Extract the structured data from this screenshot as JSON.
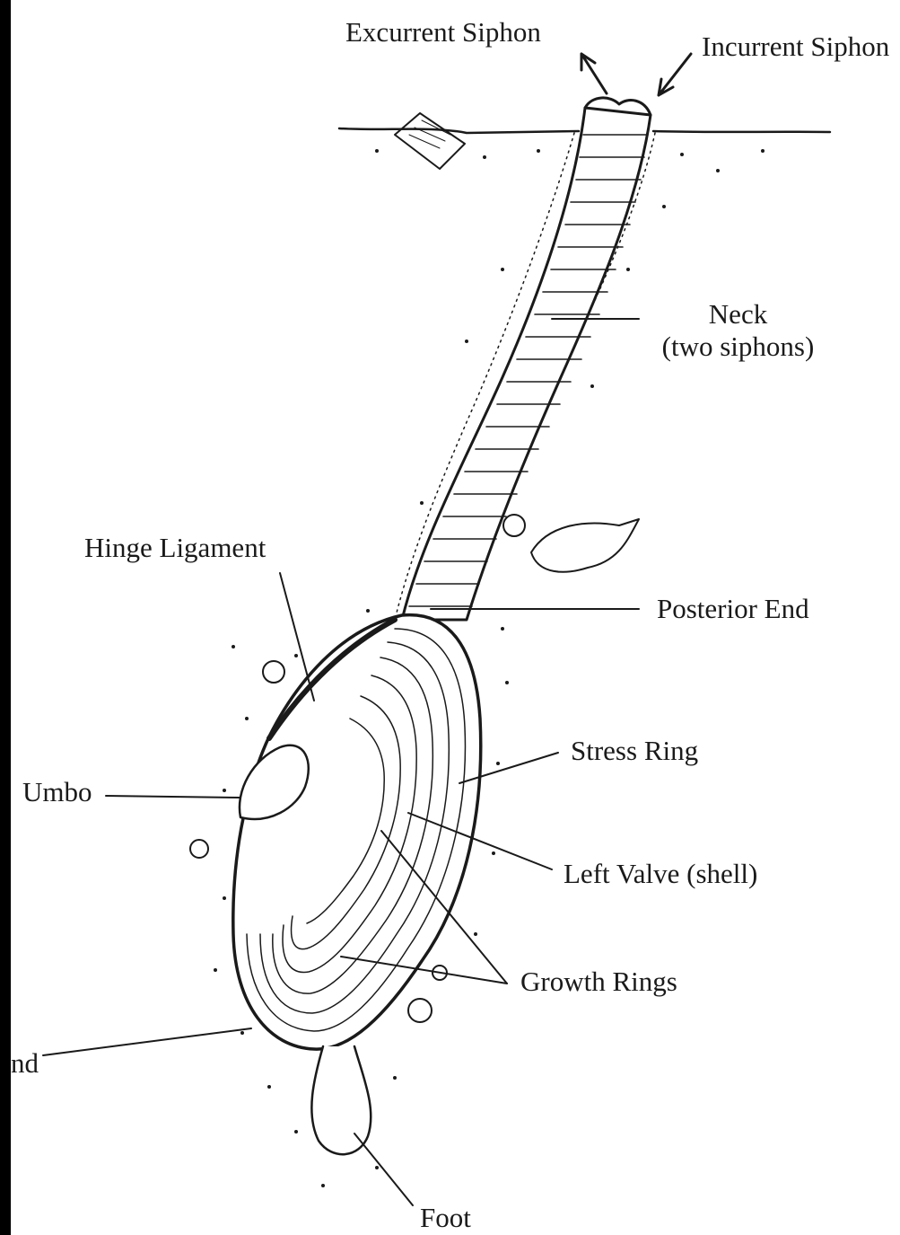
{
  "labels": {
    "excurrent_siphon": "Excurrent Siphon",
    "incurrent_siphon": "Incurrent Siphon",
    "neck": "Neck",
    "neck_sub": "(two siphons)",
    "hinge_ligament": "Hinge Ligament",
    "posterior_end": "Posterior End",
    "umbo": "Umbo",
    "stress_ring": "Stress Ring",
    "left_valve": "Left Valve (shell)",
    "growth_rings": "Growth Rings",
    "anterior_end_partial": "nd",
    "foot": "Foot"
  },
  "colors": {
    "ink": "#1a1a1a",
    "background": "#ffffff",
    "edge_bar": "#000000"
  }
}
